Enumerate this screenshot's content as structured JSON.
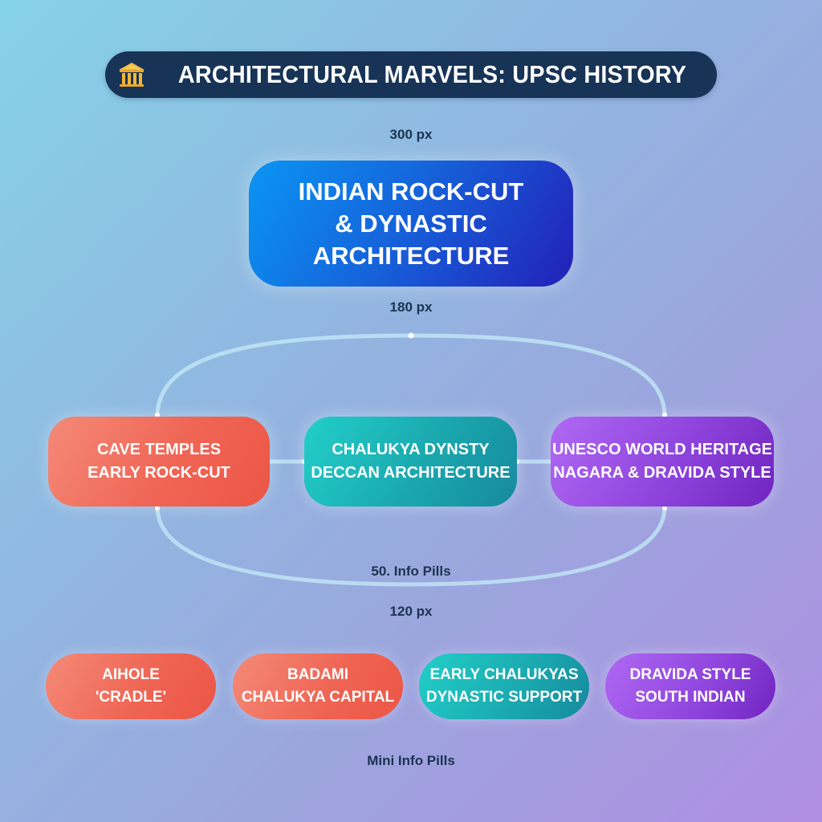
{
  "header": {
    "icon": "classical-building-icon",
    "title": "ARCHITECTURAL MARVELS: UPSC HISTORY"
  },
  "dimension_labels": {
    "top": "300 px",
    "middle": "180 px",
    "lower": "120 px"
  },
  "main_topic": {
    "text": "INDIAN ROCK-CUT\n& DYNASTIC\nARCHITECTURE",
    "color": "#1565dc"
  },
  "nodes": [
    {
      "text": "CAVE TEMPLES\nEARLY ROCK-CUT",
      "color": "#f06555"
    },
    {
      "text": "CHALUKYA DYNSTY\nDECCAN ARCHITECTURE",
      "color": "#1aa8ae"
    },
    {
      "text": "UNESCO WORLD HERITAGE\nNAGARA & DRAVIDA STYLE",
      "color": "#8e44dc"
    }
  ],
  "section_labels": {
    "info_pills": "50. Info Pills",
    "mini_info_pills": "Mini Info Pills"
  },
  "pills": [
    {
      "text": "AIHOLE\n'CRADLE'",
      "color": "#ef6352"
    },
    {
      "text": "BADAMI\nCHALUKYA CAPITAL",
      "color": "#ef6352"
    },
    {
      "text": "EARLY CHALUKYAS\nDYNASTIC SUPPORT",
      "color": "#1aa8ae"
    },
    {
      "text": "DRAVIDA STYLE\nSOUTH INDIAN",
      "color": "#8e44dc"
    }
  ],
  "colors": {
    "title_bar": "#173356",
    "label_text": "#1c3350",
    "connector": "#b8e0f4",
    "icon_gold": "#f2b53a"
  }
}
